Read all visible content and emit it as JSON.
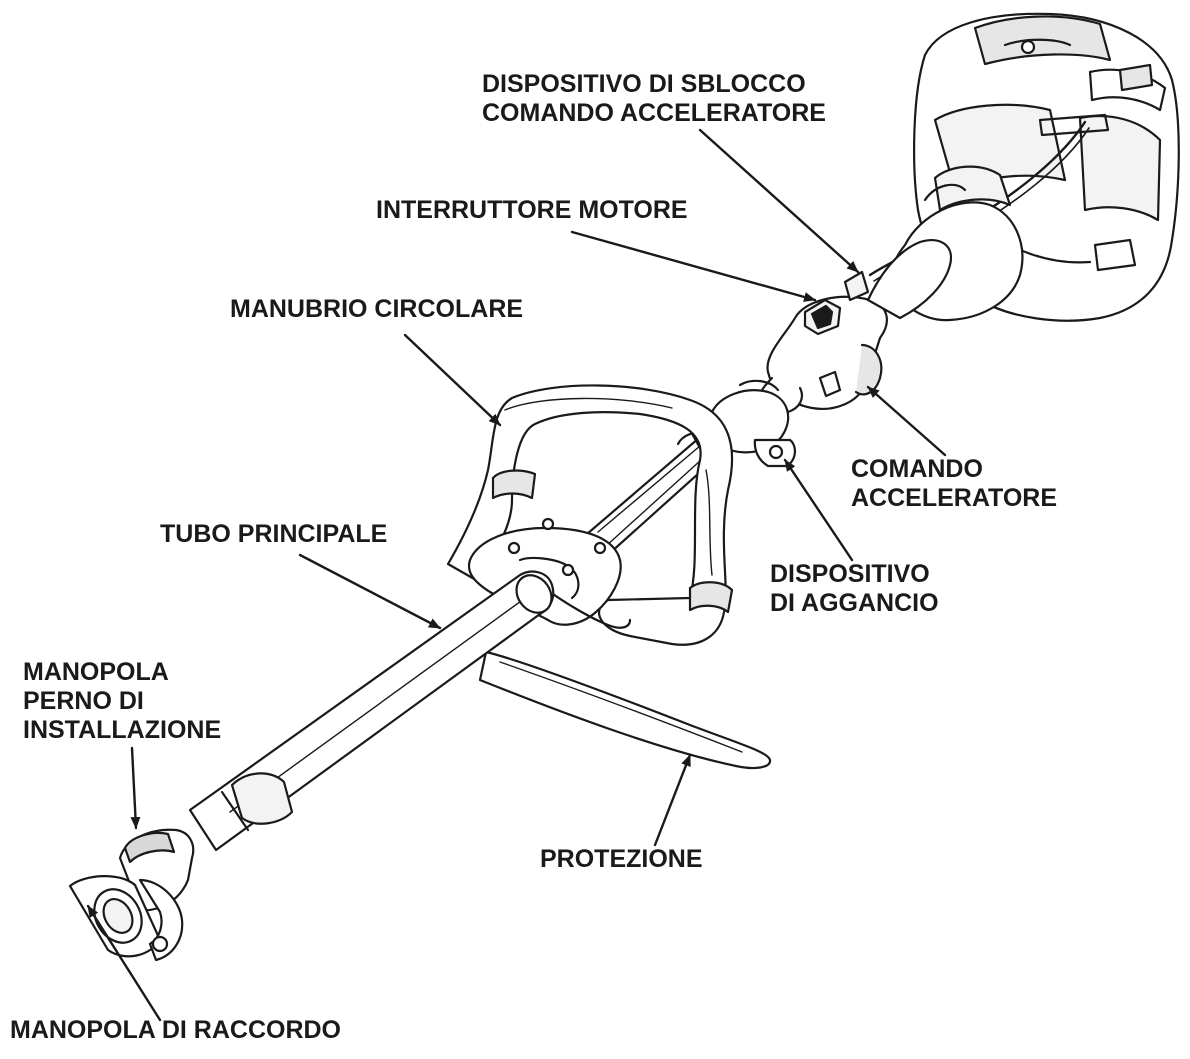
{
  "labels": {
    "sblocco": [
      "DISPOSITIVO DI SBLOCCO",
      "COMANDO ACCELERATORE"
    ],
    "interruttore": [
      "INTERRUTTORE MOTORE"
    ],
    "manubrio": [
      "MANUBRIO CIRCOLARE"
    ],
    "comando": [
      "COMANDO",
      "ACCELERATORE"
    ],
    "tubo": [
      "TUBO PRINCIPALE"
    ],
    "aggancio": [
      "DISPOSITIVO",
      "DI AGGANCIO"
    ],
    "perno": [
      "MANOPOLA",
      "PERNO DI",
      "INSTALLAZIONE"
    ],
    "protezione": [
      "PROTEZIONE"
    ],
    "raccordo": [
      "MANOPOLA DI RACCORDO"
    ]
  },
  "colors": {
    "ink": "#1a1a1a",
    "background": "#ffffff"
  }
}
